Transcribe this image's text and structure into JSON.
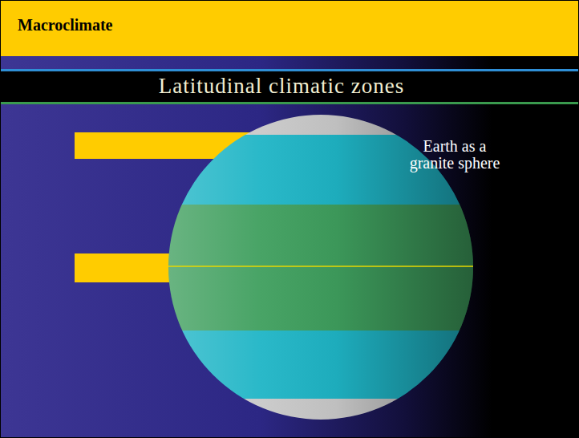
{
  "diagram": {
    "title": "Macroclimate",
    "labels": [
      "Latitudinal climatic zones",
      "Earth as a granite sphere"
    ]
  }
}
